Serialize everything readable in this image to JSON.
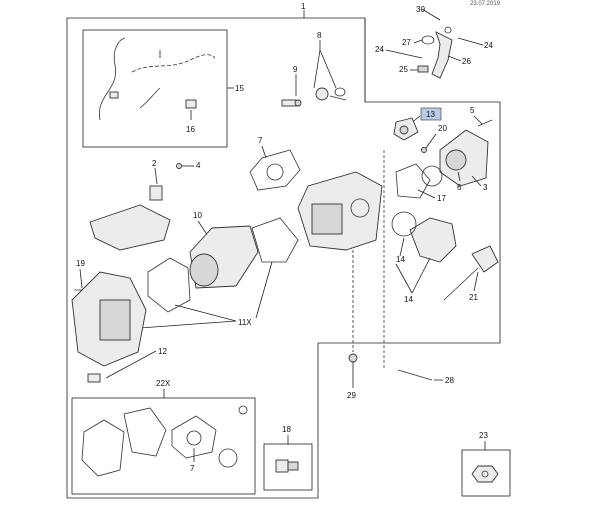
{
  "header_fragment": "23.07.2019",
  "callouts": {
    "c1": "1",
    "c2": "2",
    "c3": "3",
    "c4": "4",
    "c5": "5",
    "c6": "6",
    "c7a": "7",
    "c7b": "7",
    "c8": "8",
    "c9": "9",
    "c10": "10",
    "c11": "11X",
    "c12": "12",
    "c13": "13",
    "c14a": "14",
    "c14b": "14",
    "c15": "15",
    "c16": "16",
    "c17": "17",
    "c18": "18",
    "c19": "19",
    "c20": "20",
    "c21": "21",
    "c22": "22X",
    "c23": "23",
    "c24a": "24",
    "c24b": "24",
    "c25": "25",
    "c26": "26",
    "c27": "27",
    "c28": "28",
    "c29": "29",
    "c30": "30"
  },
  "highlight_color": "#b8cce8"
}
